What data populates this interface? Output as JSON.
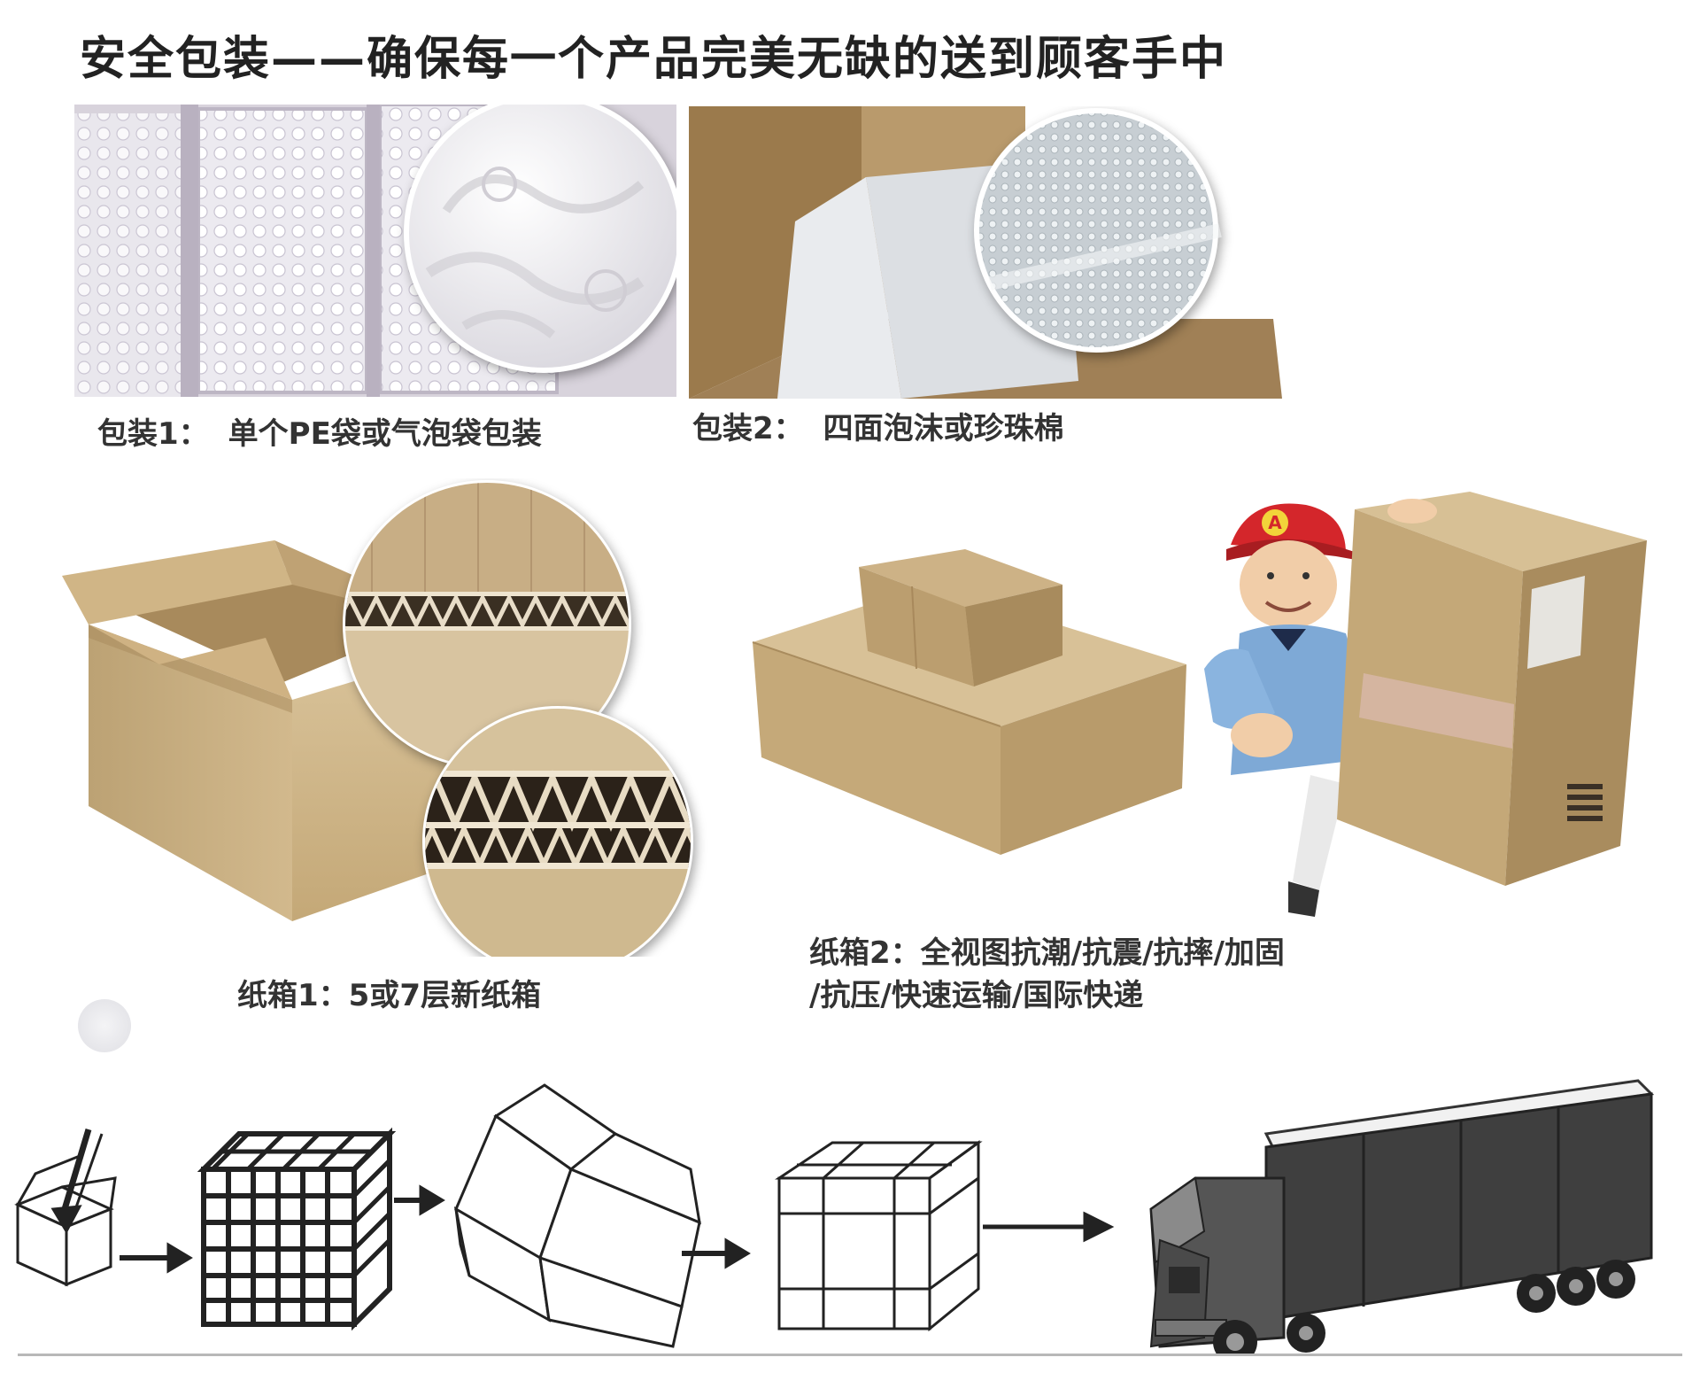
{
  "title": "安全包装——确保每一个产品完美无缺的送到顾客手中",
  "packages": [
    {
      "label": "包装1：",
      "text": "单个PE袋或气泡袋包装",
      "icon": "bubble-bag-image"
    },
    {
      "label": "包装2：",
      "text": "四面泡沫或珍珠棉",
      "icon": "foam-box-image"
    }
  ],
  "cartons": [
    {
      "label": "纸箱1：",
      "text": "5或7层新纸箱",
      "icon": "corrugated-carton-image"
    },
    {
      "label": "纸箱2：",
      "line1": "全视图抗潮/抗震/抗摔/加固",
      "line2": "/抗压/快速运输/国际快递",
      "icon": "delivery-man-image"
    }
  ],
  "delivery_cap_letter": "A",
  "process_steps": [
    "item-into-box-icon",
    "stacked-grid-box-icon",
    "open-carton-icon",
    "taped-carton-icon",
    "truck-icon"
  ],
  "colors": {
    "kraft": "#c9ae84",
    "kraft_dark": "#a8895c",
    "kraft_light": "#dcc7a2",
    "cap_red": "#d4262b",
    "truck": "#4a4a4a"
  }
}
